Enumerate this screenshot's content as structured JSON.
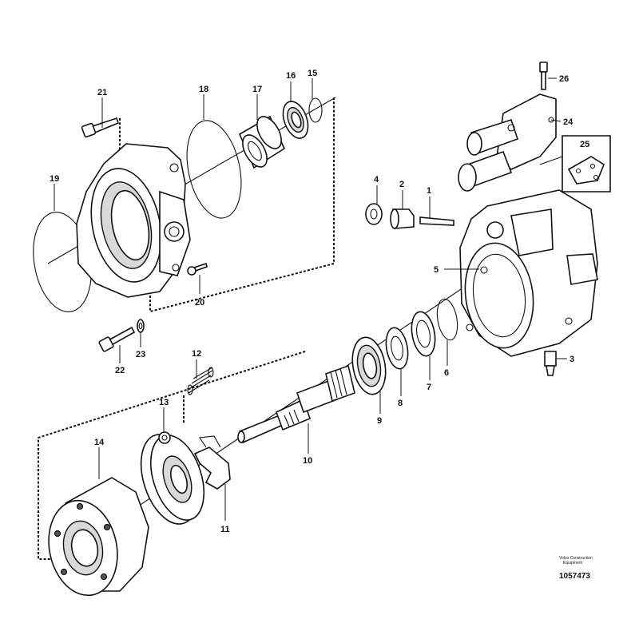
{
  "callouts": {
    "p1": "1",
    "p2": "2",
    "p3": "3",
    "p4": "4",
    "p5": "5",
    "p6": "6",
    "p7": "7",
    "p8": "8",
    "p9": "9",
    "p10": "10",
    "p11": "11",
    "p12": "12",
    "p13": "13",
    "p14": "14",
    "p15": "15",
    "p16": "16",
    "p17": "17",
    "p18": "18",
    "p19": "19",
    "p20": "20",
    "p21": "21",
    "p22": "22",
    "p23": "23",
    "p24": "24",
    "p25": "25",
    "p26": "26"
  },
  "credit": {
    "line1": "Volvo Construction",
    "line2": "Equipment",
    "doc_number": "1057473"
  }
}
